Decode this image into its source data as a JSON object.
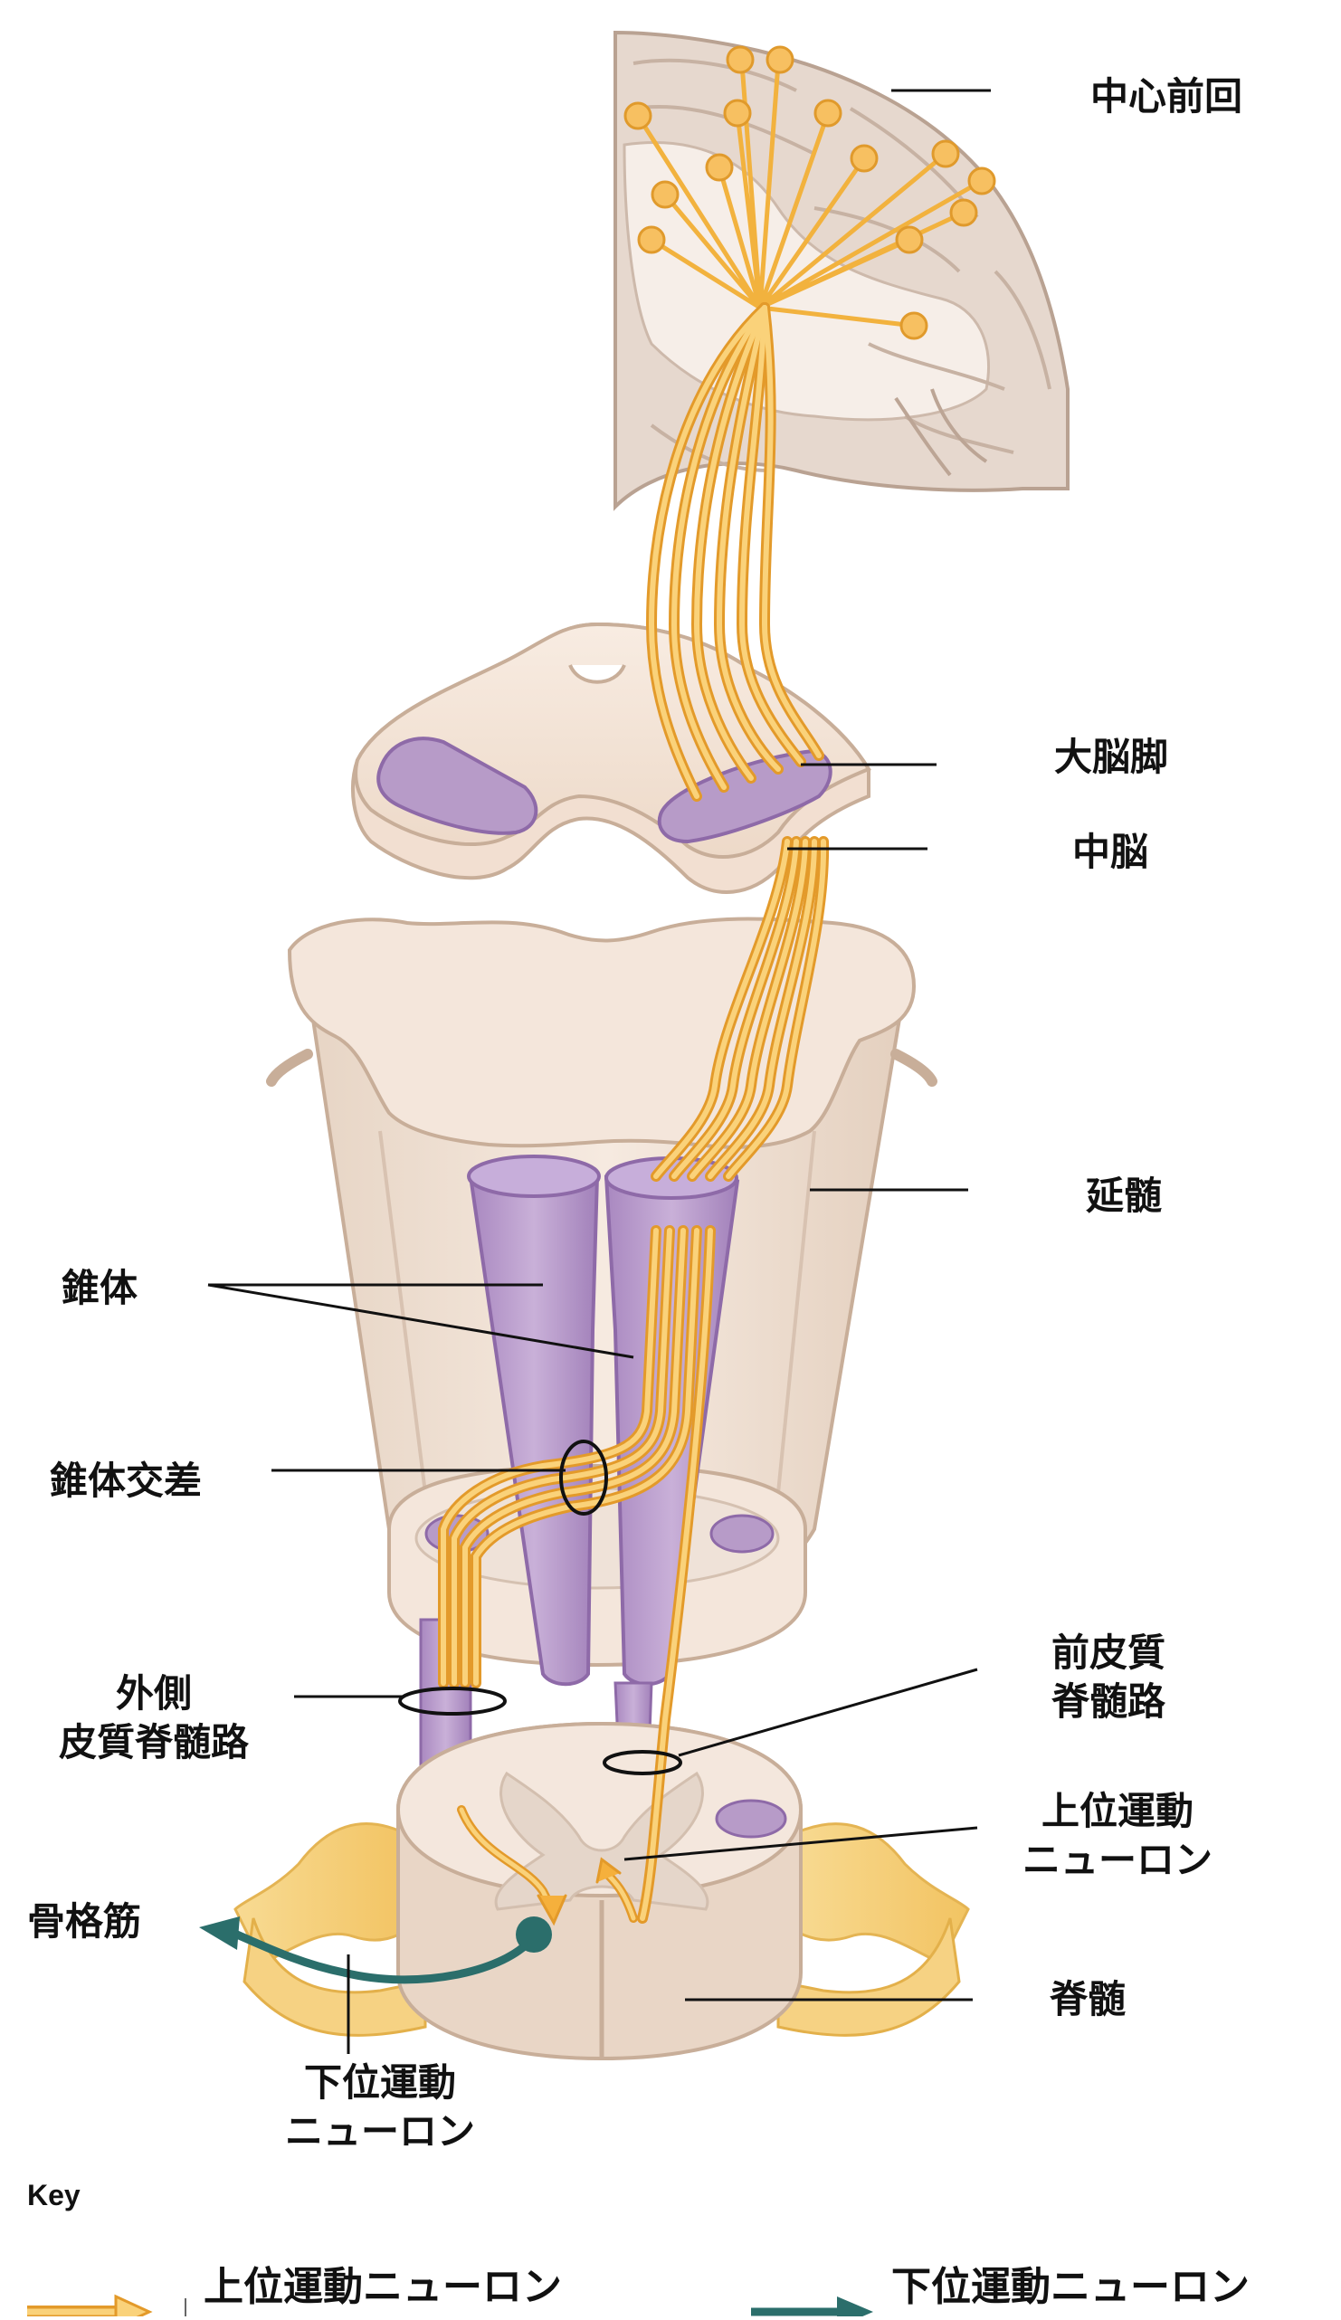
{
  "labels": {
    "precentral_gyrus": "中心前回",
    "cerebral_peduncle": "大脳脚",
    "midbrain": "中脳",
    "medulla": "延髄",
    "pyramid": "錐体",
    "pyramidal_decussation": "錐体交差",
    "lateral_cst_line1": "外側",
    "lateral_cst_line2": "皮質脊髄路",
    "anterior_cst_line1": "前皮質",
    "anterior_cst_line2": "脊髄路",
    "upper_mn_line1": "上位運動",
    "upper_mn_line2": "ニューロン",
    "skeletal_muscle": "骨格筋",
    "spinal_cord": "脊髄",
    "lower_mn_line1": "下位運動",
    "lower_mn_line2": "ニューロン"
  },
  "key": {
    "title": "Key",
    "upper": "上位運動ニューロン",
    "lower": "下位運動ニューロン"
  },
  "colors": {
    "upper_neuron": "#F5B03C",
    "upper_neuron_light": "#FAD27A",
    "lower_neuron": "#2B6E6B",
    "tract": "#B79BC8",
    "tract_dark": "#8E6AA8",
    "tissue": "#F5E6DA",
    "tissue_edge": "#C8AE99",
    "cortex": "#E8DCD3"
  }
}
